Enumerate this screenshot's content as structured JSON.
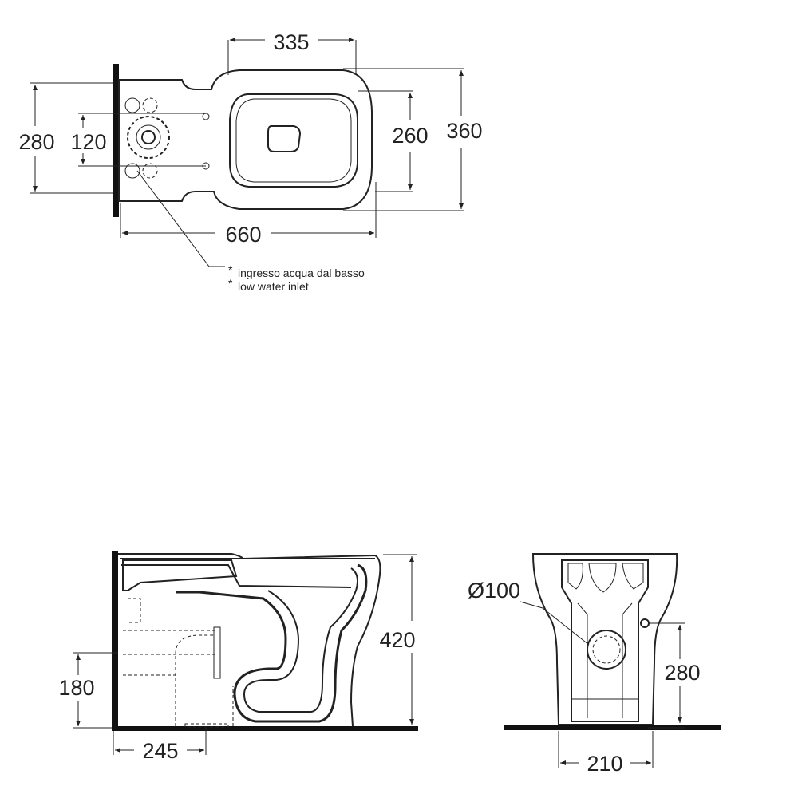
{
  "top_view": {
    "width_label": "335",
    "depth_label": "360",
    "seat_depth_label": "260",
    "tank_depth_label": "280",
    "inlet_spacing_label": "120",
    "length_label": "660",
    "notes": [
      "ingresso acqua dal basso",
      "low water inlet"
    ],
    "note_marker": "*"
  },
  "side_view": {
    "height_label": "420",
    "outlet_height_label": "180",
    "outlet_offset_label": "245"
  },
  "rear_view": {
    "outlet_diameter_label": "Ø100",
    "outlet_height_label": "280",
    "width_label": "210"
  }
}
